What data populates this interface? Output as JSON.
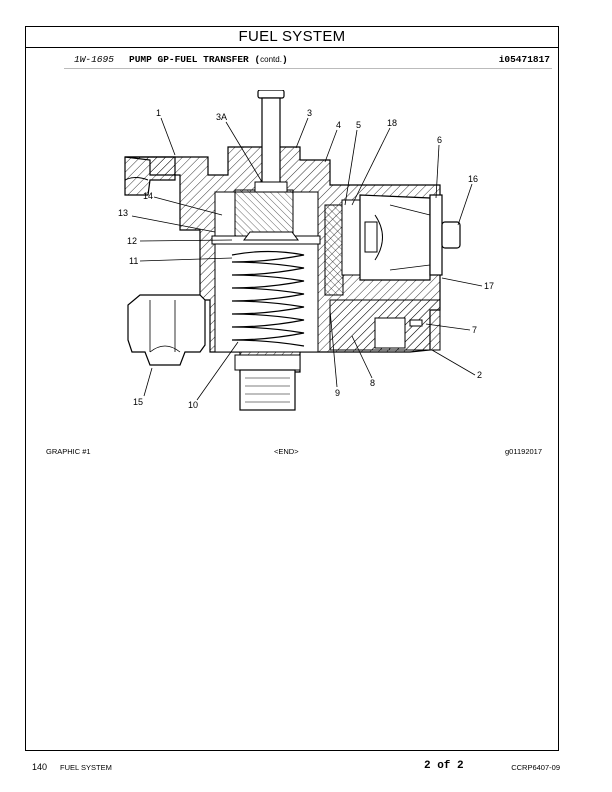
{
  "header": {
    "title": "FUEL SYSTEM",
    "part_number": "1W-1695",
    "part_name": "PUMP GP-FUEL TRANSFER",
    "part_suffix": "(",
    "contd": "contd.",
    "part_suffix_close": ")",
    "reference": "i05471817"
  },
  "figure": {
    "callouts": [
      "1",
      "3A",
      "3",
      "4",
      "5",
      "18",
      "6",
      "16",
      "14",
      "13",
      "12",
      "11",
      "17",
      "7",
      "2",
      "8",
      "9",
      "15",
      "10"
    ],
    "graphic_label": "GRAPHIC #1",
    "end_label": "<END>",
    "graphic_id": "g01192017"
  },
  "footer": {
    "page_number": "140",
    "section": "FUEL SYSTEM",
    "page_of": "2 of 2",
    "doc_code": "CCRP6407-09"
  }
}
